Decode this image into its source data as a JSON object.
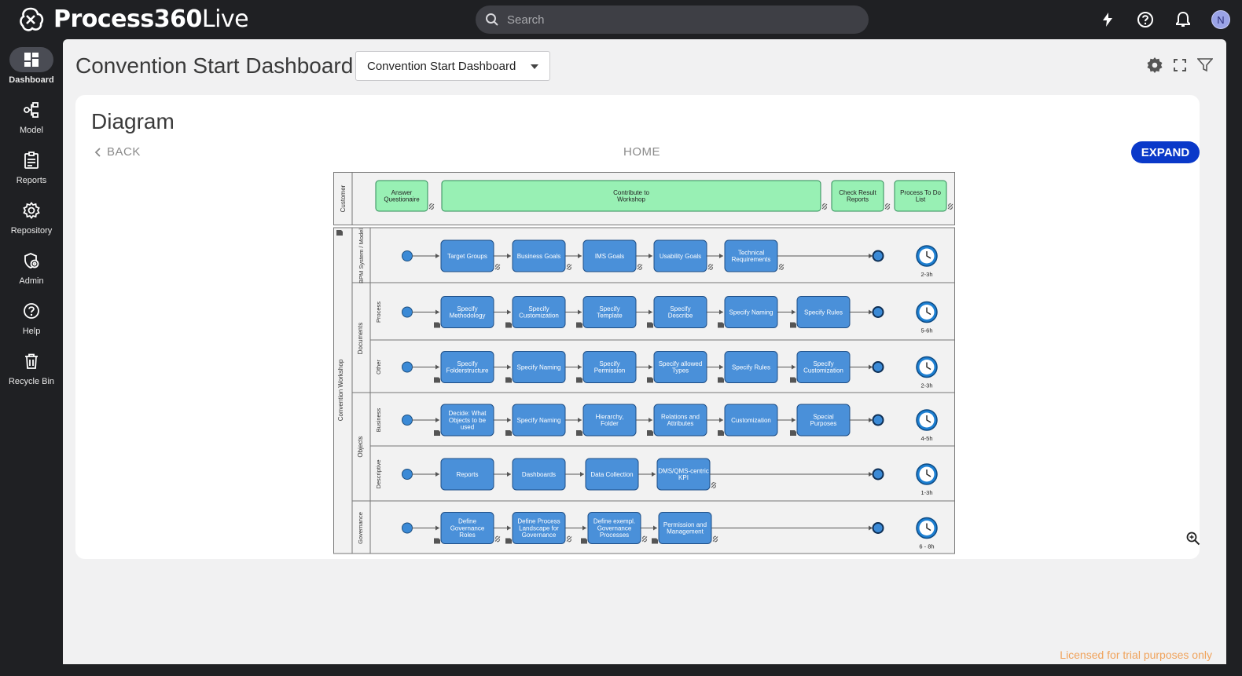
{
  "app": {
    "name_bold": "Process360",
    "name_light": "Live",
    "avatar_initial": "N"
  },
  "search": {
    "placeholder": "Search"
  },
  "nav": {
    "items": [
      {
        "label": "Dashboard",
        "icon": "dashboard-icon"
      },
      {
        "label": "Model",
        "icon": "model-icon"
      },
      {
        "label": "Reports",
        "icon": "reports-icon"
      },
      {
        "label": "Repository",
        "icon": "repository-icon"
      },
      {
        "label": "Admin",
        "icon": "admin-icon"
      },
      {
        "label": "Help",
        "icon": "help-icon"
      },
      {
        "label": "Recycle Bin",
        "icon": "trash-icon"
      }
    ]
  },
  "page": {
    "title": "Convention Start Dashboard",
    "dashboard_select": "Convention Start Dashboard"
  },
  "card": {
    "title": "Diagram",
    "back": "BACK",
    "home": "HOME",
    "expand": "EXPAND"
  },
  "diagram": {
    "pool_customer": "Customer",
    "customer_tasks": [
      "Answer Questionaire",
      "Contribute to Workshop",
      "Check Result Reports",
      "Process To Do List"
    ],
    "pool_workshop": "Convention Workshop",
    "group_documents": "Documents",
    "group_objects": "Objects",
    "lanes": [
      {
        "label": "BPM System / Model",
        "tasks": [
          "Target Groups",
          "Business Goals",
          "IMS Goals",
          "Usability Goals",
          "Technical Requirements"
        ],
        "duration": "2-3h"
      },
      {
        "label": "Process",
        "tasks": [
          "Specify Methodology",
          "Specify Customization",
          "Specify Template",
          "Specify Describe",
          "Specify Naming",
          "Specify Rules"
        ],
        "duration": "5-6h"
      },
      {
        "label": "Other",
        "tasks": [
          "Specify Folderstructure",
          "Specify Naming",
          "Specify Permission",
          "Specify allowed Types",
          "Specify Rules",
          "Specify Customization"
        ],
        "duration": "2-3h"
      },
      {
        "label": "Business",
        "tasks": [
          "Decide: What Objects to be used",
          "Specify Naming",
          "Hierarchy, Folder",
          "Relations and Attributes",
          "Customization",
          "Special Purposes"
        ],
        "duration": "4-5h"
      },
      {
        "label": "Descriptive",
        "tasks": [
          "Reports",
          "Dashboards",
          "Data Collection",
          "DMS/QMS-centric KPI"
        ],
        "duration": "1-3h"
      },
      {
        "label": "Governance",
        "tasks": [
          "Define Governance Roles",
          "Define Process Landscape for Governance",
          "Define exempl. Governance Processes",
          "Permission and Management"
        ],
        "duration": "6 - 8h"
      }
    ]
  },
  "footer": {
    "license": "Licensed for trial purposes only"
  },
  "colors": {
    "accent": "#0a39c9",
    "task_blue": "#4a90d9",
    "task_green": "#98f0b4"
  }
}
